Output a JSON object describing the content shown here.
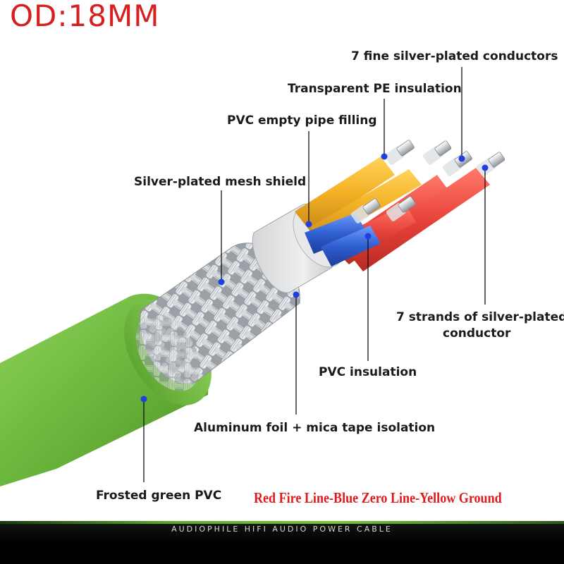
{
  "header": {
    "title": "OD:18MM"
  },
  "labels": {
    "conductors_fine": "7 fine silver-plated conductors",
    "pe_insulation": "Transparent PE insulation",
    "pvc_filling": "PVC empty pipe filling",
    "mesh_shield": "Silver-plated mesh shield",
    "strands_line1": "7 strands of silver-plated",
    "strands_line2": "conductor",
    "pvc_insulation": "PVC insulation",
    "foil_mica": "Aluminum foil + mica tape isolation",
    "jacket": "Frosted green PVC"
  },
  "legend": {
    "text": "Red Fire Line-Blue Zero Line-Yellow Ground"
  },
  "footer": {
    "text": "AUDIOPHILE HIFI AUDIO POWER CABLE"
  },
  "colors": {
    "title": "#d81f1f",
    "legend": "#e01a1a",
    "jacket_green": "#6bb63c",
    "conductor_red": "#e8433a",
    "conductor_blue": "#2f5fd0",
    "conductor_yellow": "#f2b024",
    "pointer_dot": "#1f3fe0"
  }
}
